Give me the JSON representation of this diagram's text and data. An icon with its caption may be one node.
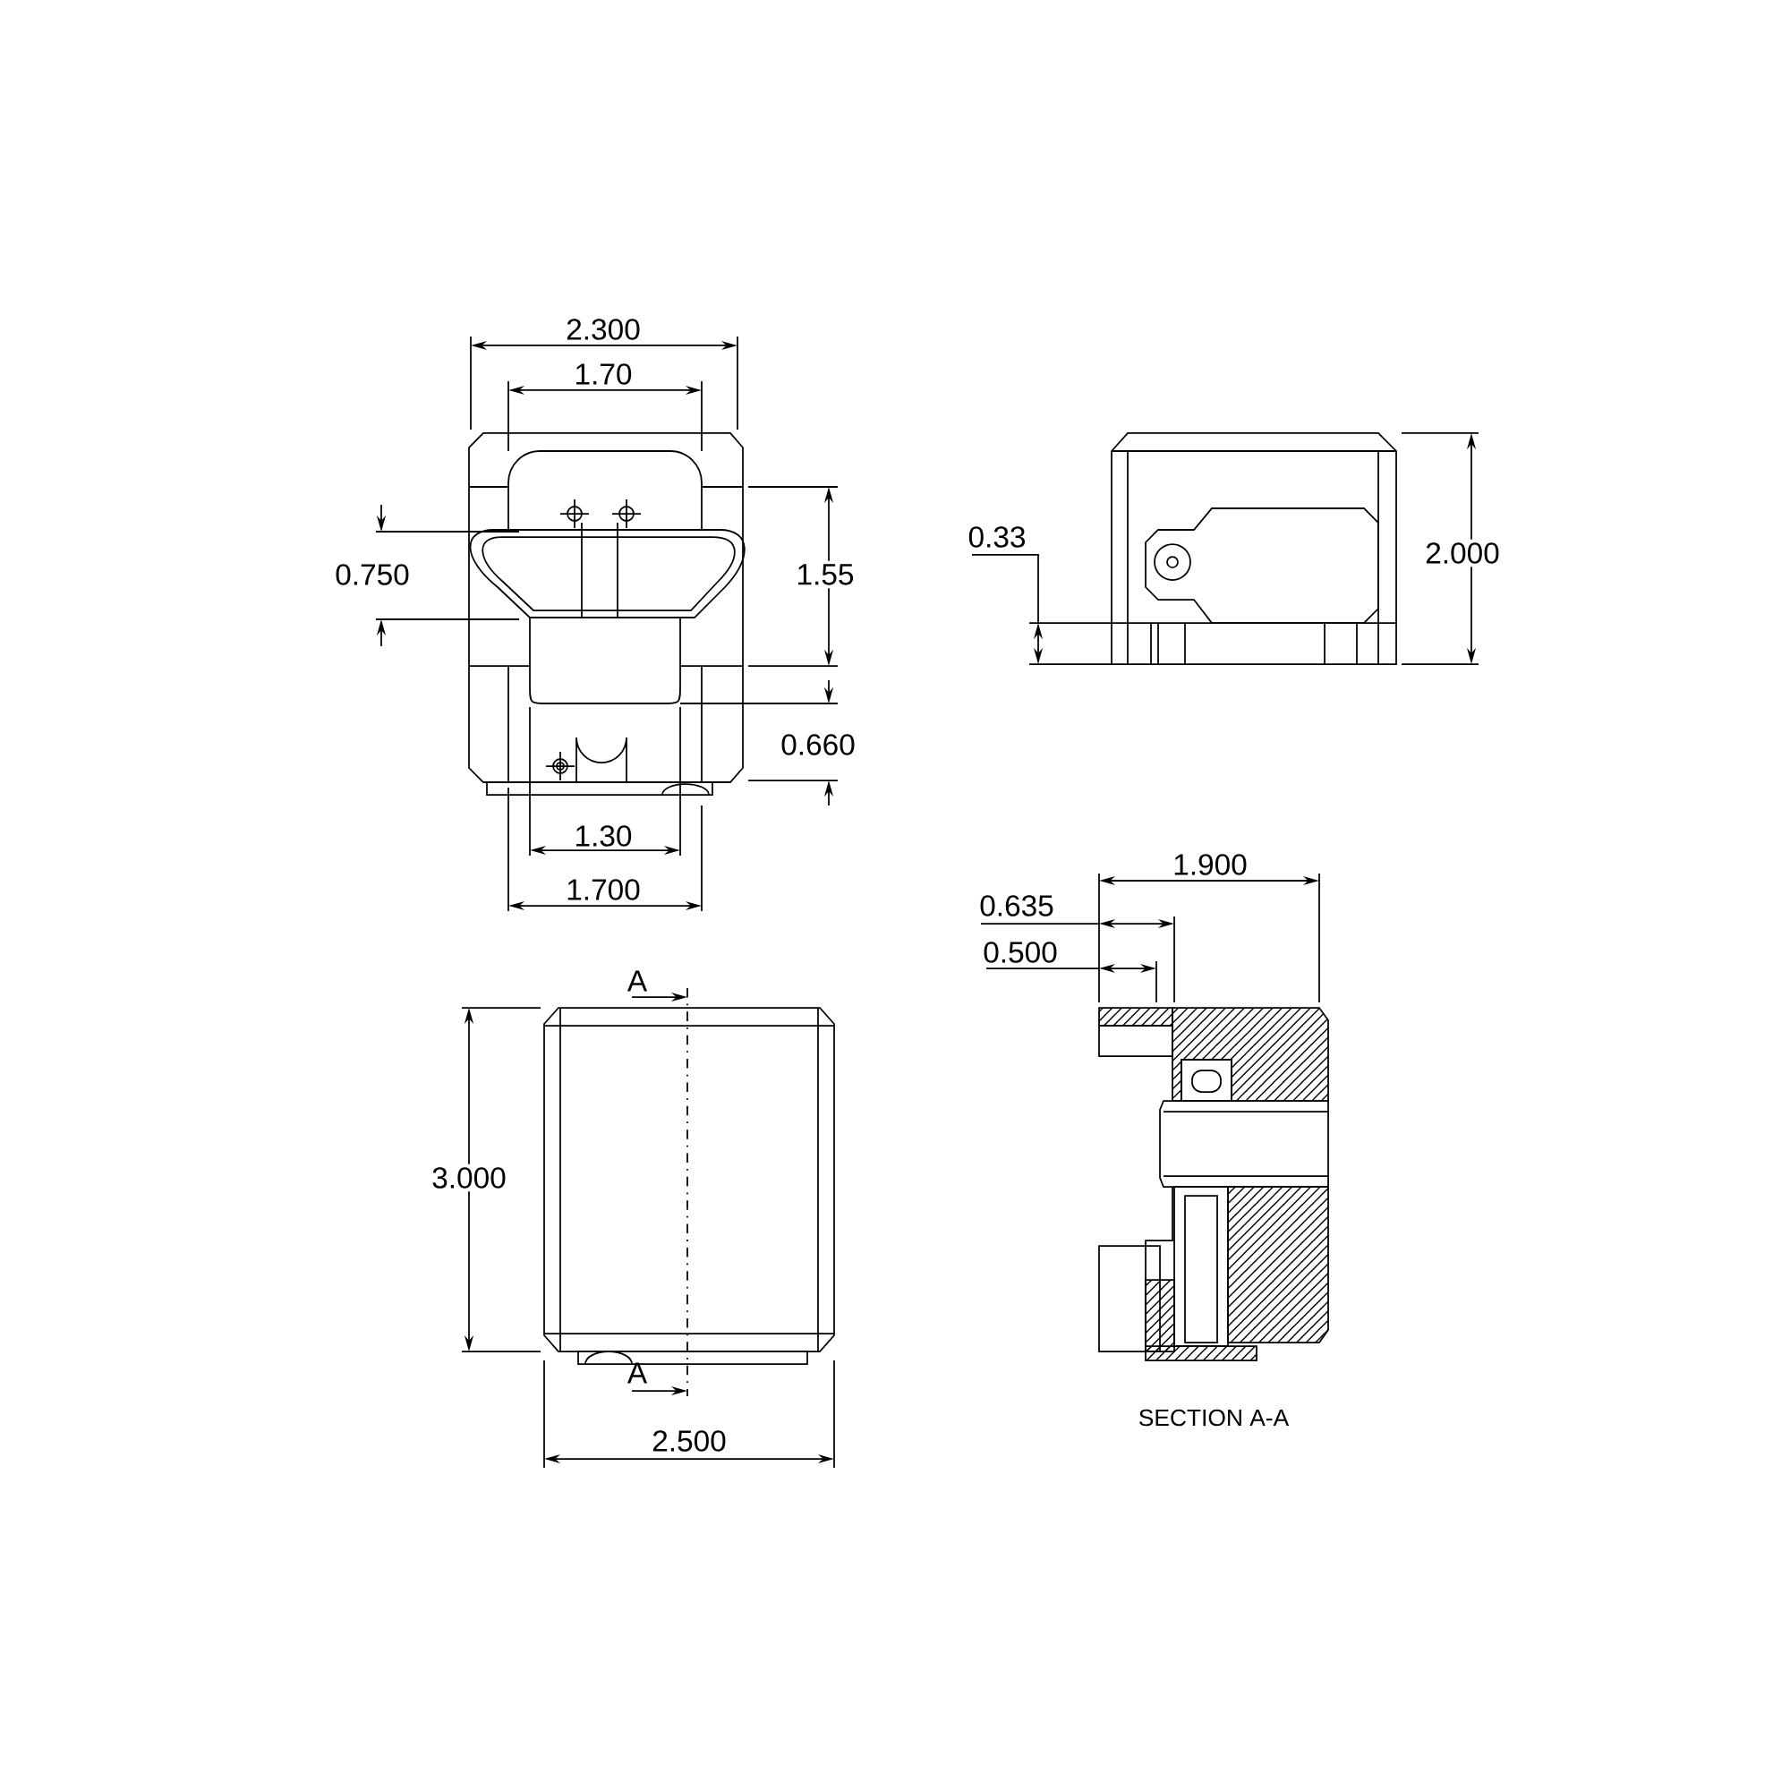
{
  "diagram": {
    "labels": [
      "2.300",
      "1.70",
      "0.750",
      "1.55",
      "0.660",
      "1.30",
      "1.700",
      "0.33",
      "2.000",
      "A",
      "3.000",
      "A",
      "2.500",
      "1.900",
      "0.635",
      "0.500",
      "SECTION A-A"
    ]
  }
}
